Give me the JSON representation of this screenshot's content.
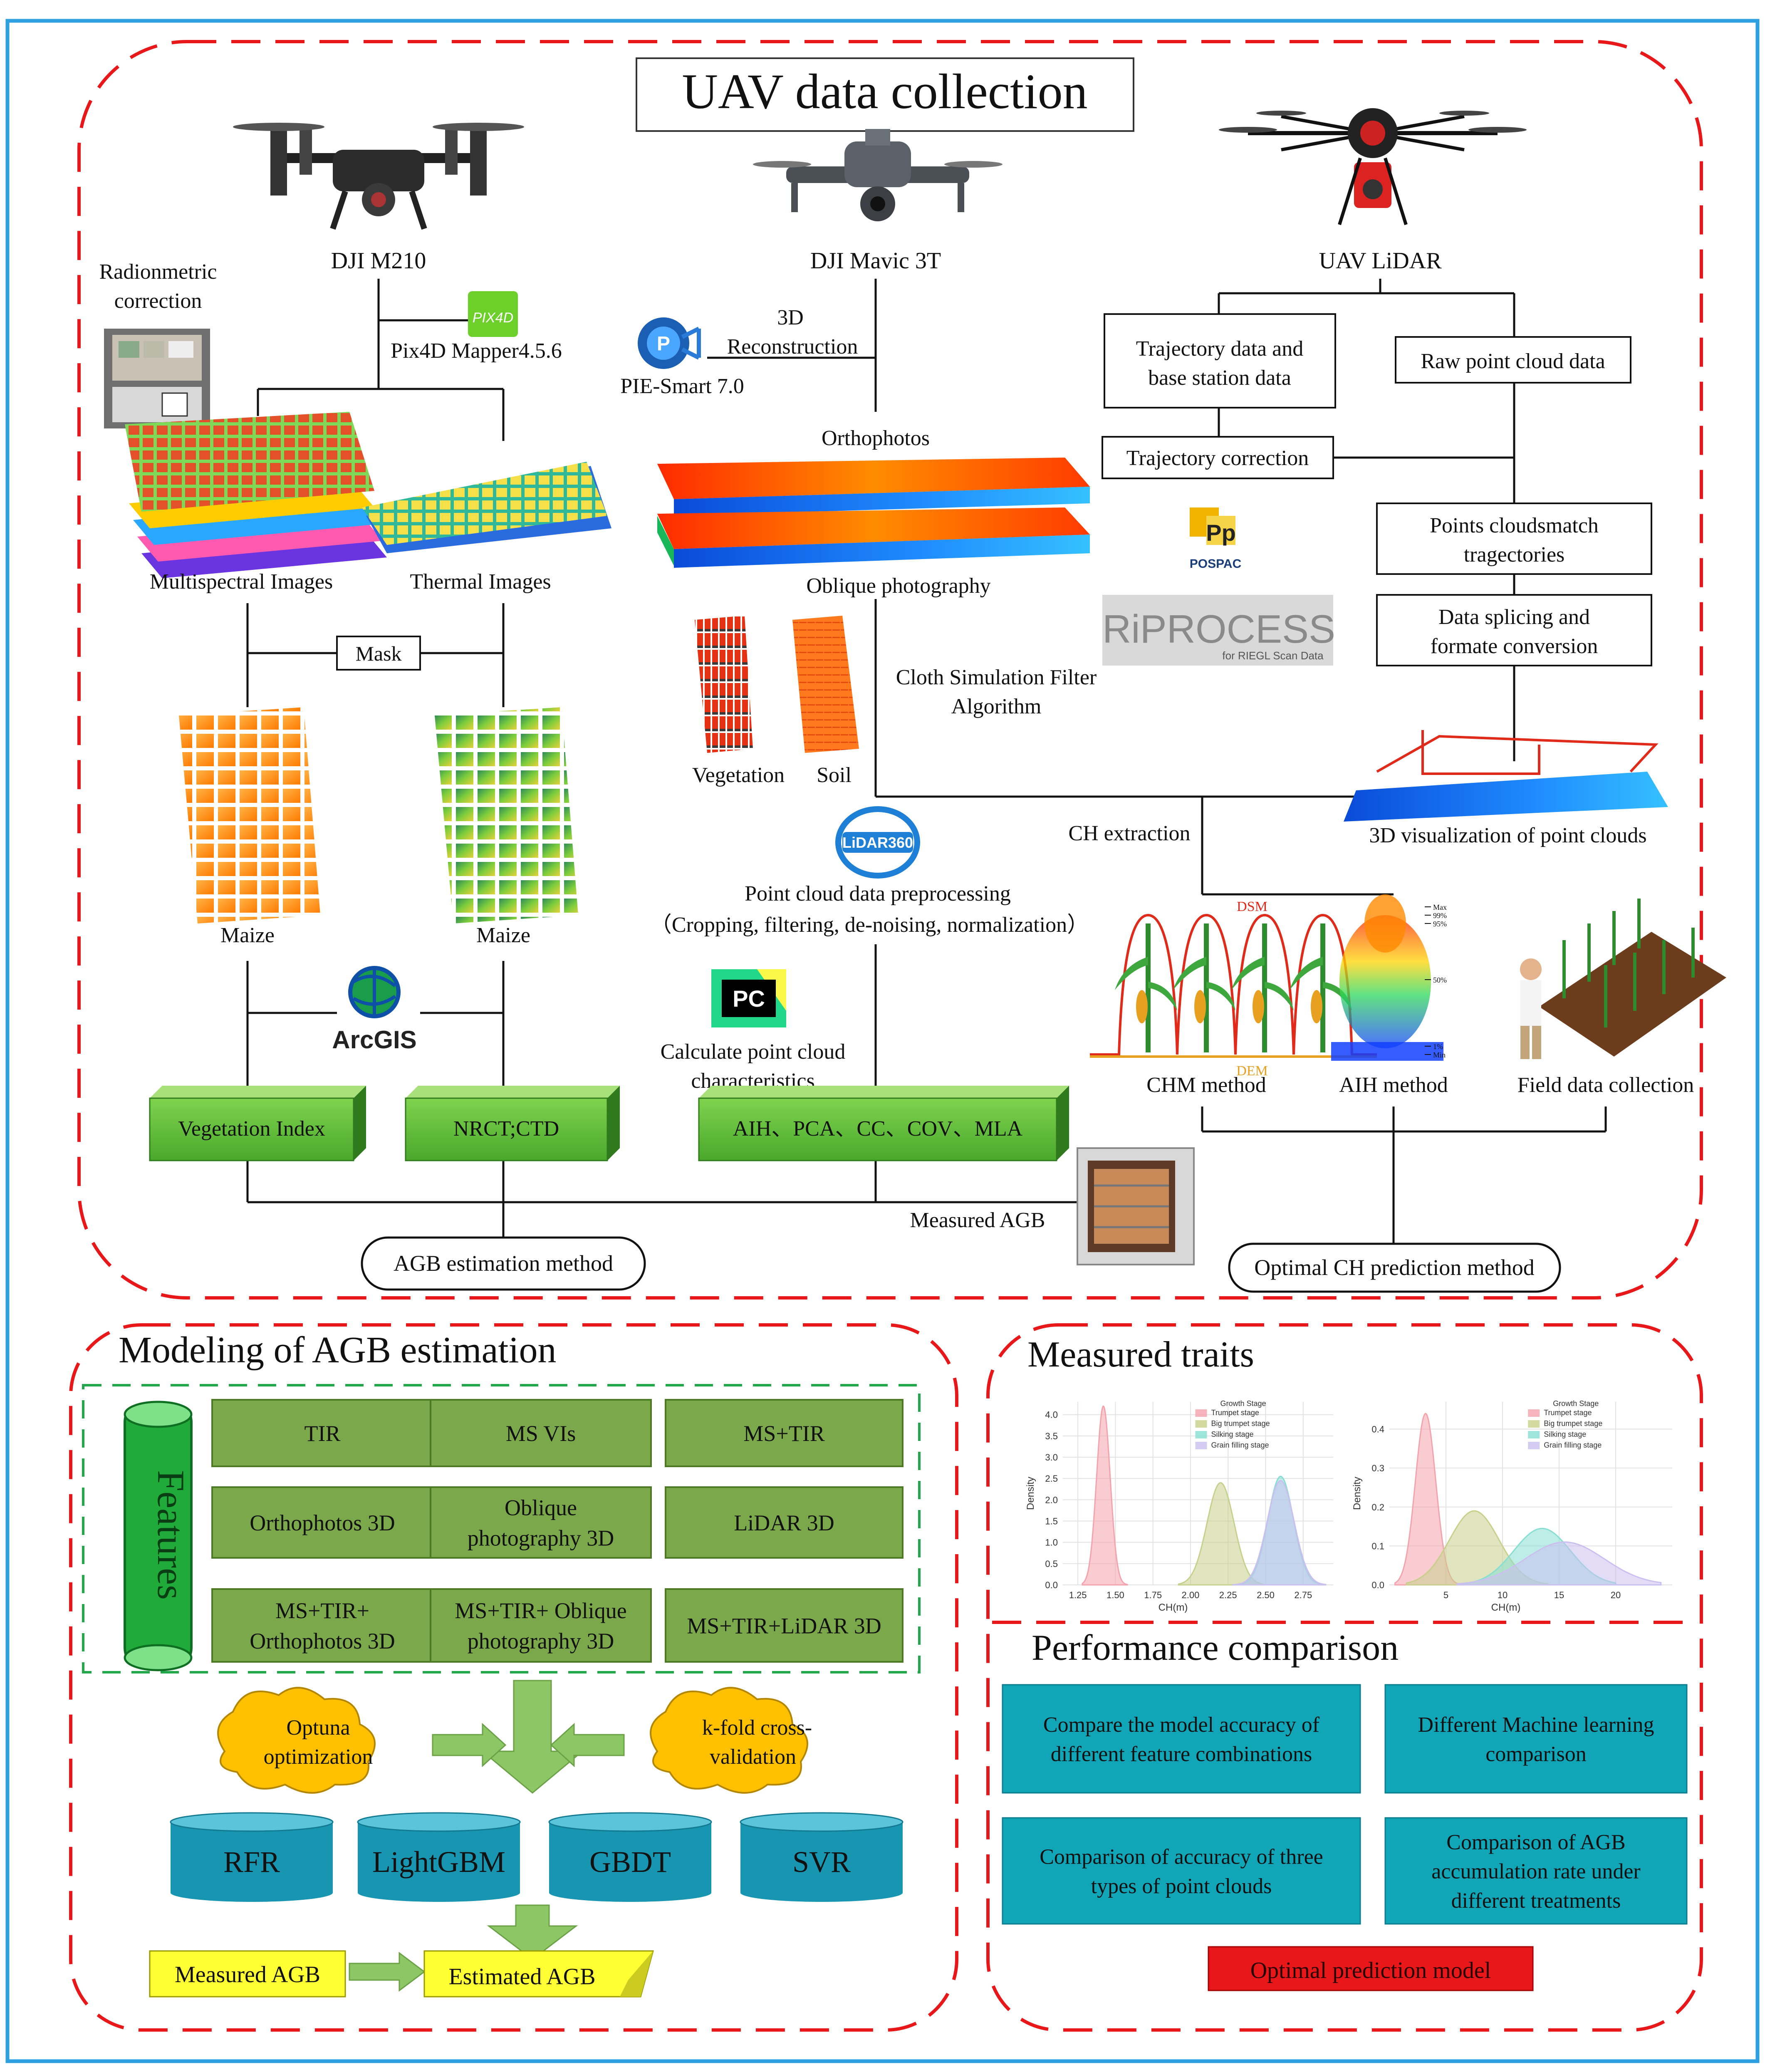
{
  "uav": {
    "title": "UAV data collection",
    "m210": {
      "label": "DJI M210",
      "radiometric_1": "Radionmetric",
      "radiometric_2": "correction",
      "pix4d": "Pix4D Mapper4.5.6",
      "multispectral": "Multispectral Images",
      "thermal": "Thermal Images",
      "mask": "Mask",
      "maize_left": "Maize",
      "maize_right": "Maize",
      "arcgis": "ArcGIS",
      "vi": "Vegetation Index",
      "nrct": "NRCT;CTD"
    },
    "mavic": {
      "label": "DJI Mavic 3T",
      "recon_1": "3D",
      "recon_2": "Reconstruction",
      "pie": "PIE-Smart 7.0",
      "ortho": "Orthophotos",
      "oblique": "Oblique photography",
      "csf_1": "Cloth Simulation Filter",
      "csf_2": "Algorithm",
      "vegetation": "Vegetation",
      "soil": "Soil",
      "lidar360": "LiDAR360",
      "preproc_1": "Point cloud data preprocessing",
      "preproc_2": "（Cropping, filtering, de-noising, normalization）",
      "calc_1": "Calculate point cloud",
      "calc_2": "characteristics",
      "features": "AIH、PCA、CC、COV、MLA",
      "measured_agb": "Measured AGB"
    },
    "lidar": {
      "label": "UAV LiDAR",
      "trajectory_1": "Trajectory data and",
      "trajectory_2": "base station data",
      "raw": "Raw point cloud data",
      "traj_corr": "Trajectory correction",
      "pospac": "POSPAC",
      "riprocess": "RiPROCESS",
      "riprocess_sub": "for RIEGL Scan Data",
      "match_1": "Points cloudsmatch",
      "match_2": "tragectories",
      "splice_1": "Data splicing and",
      "splice_2": "formate conversion",
      "vis3d": "3D visualization of point clouds",
      "ch_extract": "CH extraction",
      "dsm": "DSM",
      "dem": "DEM",
      "chm": "CHM method",
      "aih": "AIH method",
      "aih_max": "Max",
      "aih_99": "99%",
      "aih_95": "95%",
      "aih_50": "50%",
      "aih_1": "1%",
      "aih_min": "Min",
      "field": "Field data collection"
    },
    "agb_method": "AGB estimation method",
    "optimal_ch": "Optimal CH prediction method"
  },
  "modeling": {
    "title": "Modeling of AGB estimation",
    "features_label": "Features",
    "boxes": [
      [
        "TIR"
      ],
      [
        "MS VIs"
      ],
      [
        "MS+TIR"
      ],
      [
        "Orthophotos 3D"
      ],
      [
        "Oblique",
        "photography 3D"
      ],
      [
        "LiDAR 3D"
      ],
      [
        "MS+TIR+",
        "Orthophotos 3D"
      ],
      [
        "MS+TIR+ Oblique",
        "photography 3D"
      ],
      [
        "MS+TIR+LiDAR 3D"
      ]
    ],
    "optuna": [
      "Optuna",
      "optimization"
    ],
    "kfold": [
      "k-fold cross-",
      "validation"
    ],
    "models": [
      "RFR",
      "LightGBM",
      "GBDT",
      "SVR"
    ],
    "measured": "Measured AGB",
    "estimated": "Estimated AGB"
  },
  "traits": {
    "title": "Measured traits",
    "legend_title": "Growth Stage",
    "legend": [
      "Trumpet stage",
      "Big trumpet stage",
      "Silking stage",
      "Grain filling stage"
    ],
    "colors": [
      "#f4a3ad",
      "#c8cf8a",
      "#86dfd2",
      "#cbbff0"
    ],
    "ylabel": "Density",
    "xlabel": "CH(m)"
  },
  "chart_data": [
    {
      "type": "area",
      "ylabel": "Density",
      "xlabel": "CH(m)",
      "xlim": [
        1.15,
        2.95
      ],
      "ylim": [
        0,
        4.3
      ],
      "xticks": [
        "1.25",
        "1.50",
        "1.75",
        "2.00",
        "2.25",
        "2.50",
        "2.75"
      ],
      "yticks": [
        "0.0",
        "0.5",
        "1.0",
        "1.5",
        "2.0",
        "2.5",
        "3.0",
        "3.5",
        "4.0"
      ],
      "legend_title": "Growth Stage",
      "series": [
        {
          "name": "Trumpet stage",
          "peak_x": 1.42,
          "peak_y": 4.2,
          "sd": 0.045,
          "range": [
            1.28,
            1.58
          ]
        },
        {
          "name": "Big trumpet stage",
          "peak_x": 2.2,
          "peak_y": 2.4,
          "sd": 0.09,
          "range": [
            1.92,
            2.48
          ]
        },
        {
          "name": "Silking stage",
          "peak_x": 2.6,
          "peak_y": 2.55,
          "sd": 0.085,
          "range": [
            2.3,
            2.88
          ]
        },
        {
          "name": "Grain filling stage",
          "peak_x": 2.6,
          "peak_y": 2.45,
          "sd": 0.09,
          "range": [
            2.28,
            2.9
          ]
        }
      ]
    },
    {
      "type": "area",
      "ylabel": "Density",
      "xlabel": "CH(m)",
      "xlim": [
        0,
        25
      ],
      "ylim": [
        0,
        0.47
      ],
      "xticks": [
        "5",
        "10",
        "15",
        "20"
      ],
      "yticks": [
        "0.0",
        "0.1",
        "0.2",
        "0.3",
        "0.4"
      ],
      "legend_title": "Growth Stage",
      "series": [
        {
          "name": "Trumpet stage",
          "peak_x": 3.2,
          "peak_y": 0.44,
          "sd": 0.9,
          "range": [
            0.5,
            6.5
          ]
        },
        {
          "name": "Big trumpet stage",
          "peak_x": 7.5,
          "peak_y": 0.19,
          "sd": 2.2,
          "range": [
            1.5,
            14
          ]
        },
        {
          "name": "Silking stage",
          "peak_x": 13.5,
          "peak_y": 0.145,
          "sd": 2.5,
          "range": [
            6,
            20
          ]
        },
        {
          "name": "Grain filling stage",
          "peak_x": 15.5,
          "peak_y": 0.11,
          "sd": 3.5,
          "range": [
            6,
            24
          ]
        }
      ]
    }
  ],
  "performance": {
    "title": "Performance comparison",
    "boxes": [
      [
        "Compare the model accuracy of",
        "different feature combinations"
      ],
      [
        "Different Machine learning",
        "comparison"
      ],
      [
        "Comparison of accuracy of three",
        "types of point clouds"
      ],
      [
        "Comparison of AGB",
        "accumulation rate under",
        "different treatments"
      ]
    ],
    "optimal": "Optimal prediction model"
  }
}
